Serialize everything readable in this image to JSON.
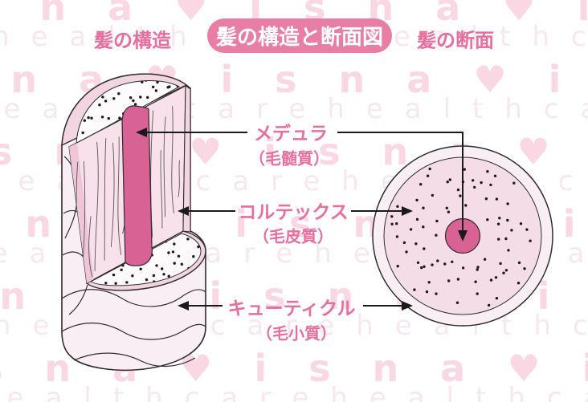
{
  "header": {
    "title": "髪の構造と断面図",
    "left_caption": "髪の構造",
    "right_caption": "髪の断面"
  },
  "labels": {
    "medulla": {
      "name": "メデュラ",
      "sub": "（毛髄質）"
    },
    "cortex": {
      "name": "コルテックス",
      "sub": "（毛皮質）"
    },
    "cuticle": {
      "name": "キューティクル",
      "sub": "（毛小質）"
    }
  },
  "watermark": {
    "brand_text": "sna♥isna♥i",
    "healthcare_text": "healthcarehealthca"
  },
  "colors": {
    "accent": "#e87ea4",
    "label": "#e76f9f",
    "medulla": "#d96295",
    "cortex_face": "#f8e1ea",
    "cortex_stripe": "#eec6d8",
    "rim": "#f3d4e1",
    "cuticle_body": "#f8eef3",
    "surface": "#fdfbfc",
    "outline": "#2e2e2e",
    "cross_inner": "#f5dde7",
    "wm_brand": "#f7ccda",
    "wm_care": "#f5e3ea",
    "badge_text": "#ffffff"
  }
}
